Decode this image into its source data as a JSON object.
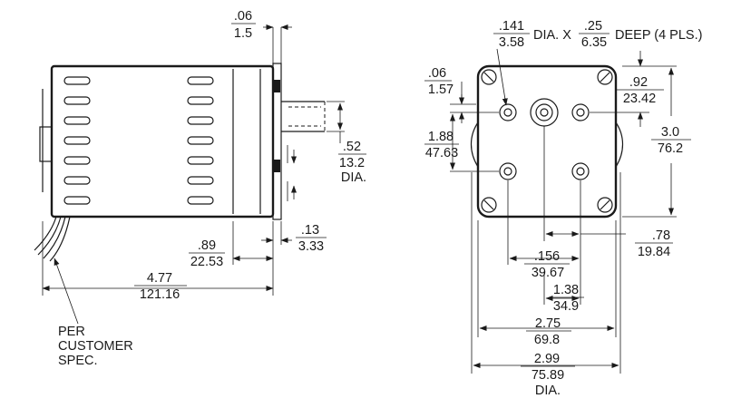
{
  "side_view": {
    "housing_gap": {
      "top": ".06",
      "bottom": "1.5"
    },
    "shaft_dia": {
      "top": ".52",
      "bottom": "13.2",
      "suffix": "DIA."
    },
    "flange_depth": {
      "top": ".13",
      "bottom": "3.33"
    },
    "rear_to_flange": {
      "top": ".89",
      "bottom": "22.53"
    },
    "overall_length": {
      "top": "4.77",
      "bottom": "121.16"
    },
    "leads_note": [
      "PER",
      "CUSTOMER",
      "SPEC."
    ]
  },
  "front_view": {
    "hole_spec": {
      "dia_top": ".141",
      "dia_bottom": "3.58",
      "mid": "DIA. X",
      "deep_top": ".25",
      "deep_bottom": "6.35",
      "tail": "DEEP (4 PLS.)"
    },
    "hole_offset_left": {
      "top": ".06",
      "bottom": "1.57"
    },
    "hole_spacing_vertical": {
      "top": "1.88",
      "bottom": "47.63"
    },
    "top_to_hole_right": {
      "top": ".92",
      "bottom": "23.42"
    },
    "overall_height": {
      "top": "3.0",
      "bottom": "76.2"
    },
    "shaft_offset": {
      "top": ".78",
      "bottom": "19.84"
    },
    "hole_spacing_bottom": {
      "top": ".156",
      "bottom": "39.67"
    },
    "hole_spacing_half": {
      "top": "1.38",
      "bottom": "34.9"
    },
    "square_width": {
      "top": "2.75",
      "bottom": "69.8"
    },
    "round_dia": {
      "top": "2.99",
      "bottom": "75.89",
      "suffix": "DIA."
    }
  }
}
